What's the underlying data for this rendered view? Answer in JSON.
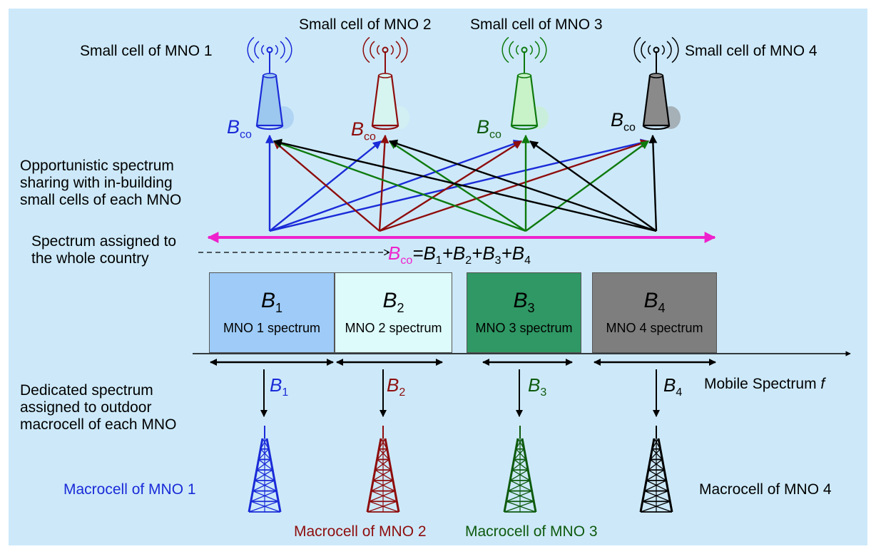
{
  "small_cells": [
    {
      "label": "Small cell of MNO 1",
      "bco": "B",
      "bco_sub": "co",
      "color": "#1a2bd8",
      "body": "#9cc7ee"
    },
    {
      "label": "Small cell of MNO 2",
      "bco": "B",
      "bco_sub": "co",
      "color": "#8e0d0d",
      "body": "#d6f4f0"
    },
    {
      "label": "Small cell of MNO 3",
      "bco": "B",
      "bco_sub": "co",
      "color": "#0e7a0e",
      "body": "#c8f2c8"
    },
    {
      "label": "Small cell of MNO 4",
      "bco": "B",
      "bco_sub": "co",
      "color": "#000000",
      "body": "#8a8a8a"
    }
  ],
  "left_labels": {
    "opportunistic": [
      "Opportunistic spectrum",
      "sharing with in-building",
      "small cells of each MNO"
    ],
    "assigned": [
      "Spectrum assigned to",
      "the whole country"
    ],
    "dedicated": [
      "Dedicated spectrum",
      "assigned to outdoor",
      "macrocell of each MNO"
    ]
  },
  "equation": {
    "bco": "B",
    "bco_sub": "co",
    "terms": [
      {
        "sym": "B",
        "sub": "1"
      },
      {
        "sym": "B",
        "sub": "2"
      },
      {
        "sym": "B",
        "sub": "3"
      },
      {
        "sym": "B",
        "sub": "4"
      }
    ],
    "equals": "=",
    "plus": "+"
  },
  "bands": [
    {
      "sym": "B",
      "sub": "1",
      "name": "MNO 1 spectrum",
      "fill": "#9ecbf7"
    },
    {
      "sym": "B",
      "sub": "2",
      "name": "MNO 2 spectrum",
      "fill": "#ddfbfb"
    },
    {
      "sym": "B",
      "sub": "3",
      "name": "MNO 3 spectrum",
      "fill": "#2f9864"
    },
    {
      "sym": "B",
      "sub": "4",
      "name": "MNO 4 spectrum",
      "fill": "#7e7e7e"
    }
  ],
  "axis_label": {
    "text": "Mobile Spectrum ",
    "f": "f"
  },
  "macro_symbols": [
    {
      "sym": "B",
      "sub": "1",
      "color": "#1a2bd8"
    },
    {
      "sym": "B",
      "sub": "2",
      "color": "#8e0d0d"
    },
    {
      "sym": "B",
      "sub": "3",
      "color": "#0e5a0e"
    },
    {
      "sym": "B",
      "sub": "4",
      "color": "#000000"
    }
  ],
  "macrocells": [
    {
      "label": "Macrocell of MNO 1",
      "color": "#1a2bd8"
    },
    {
      "label": "Macrocell of MNO 2",
      "color": "#8e0d0d"
    },
    {
      "label": "Macrocell of MNO 3",
      "color": "#0e5a0e"
    },
    {
      "label": "Macrocell of MNO 4",
      "color": "#000000"
    }
  ],
  "colors": {
    "background": "#cde9f9",
    "sharing_arrow": "#ee22cc"
  }
}
